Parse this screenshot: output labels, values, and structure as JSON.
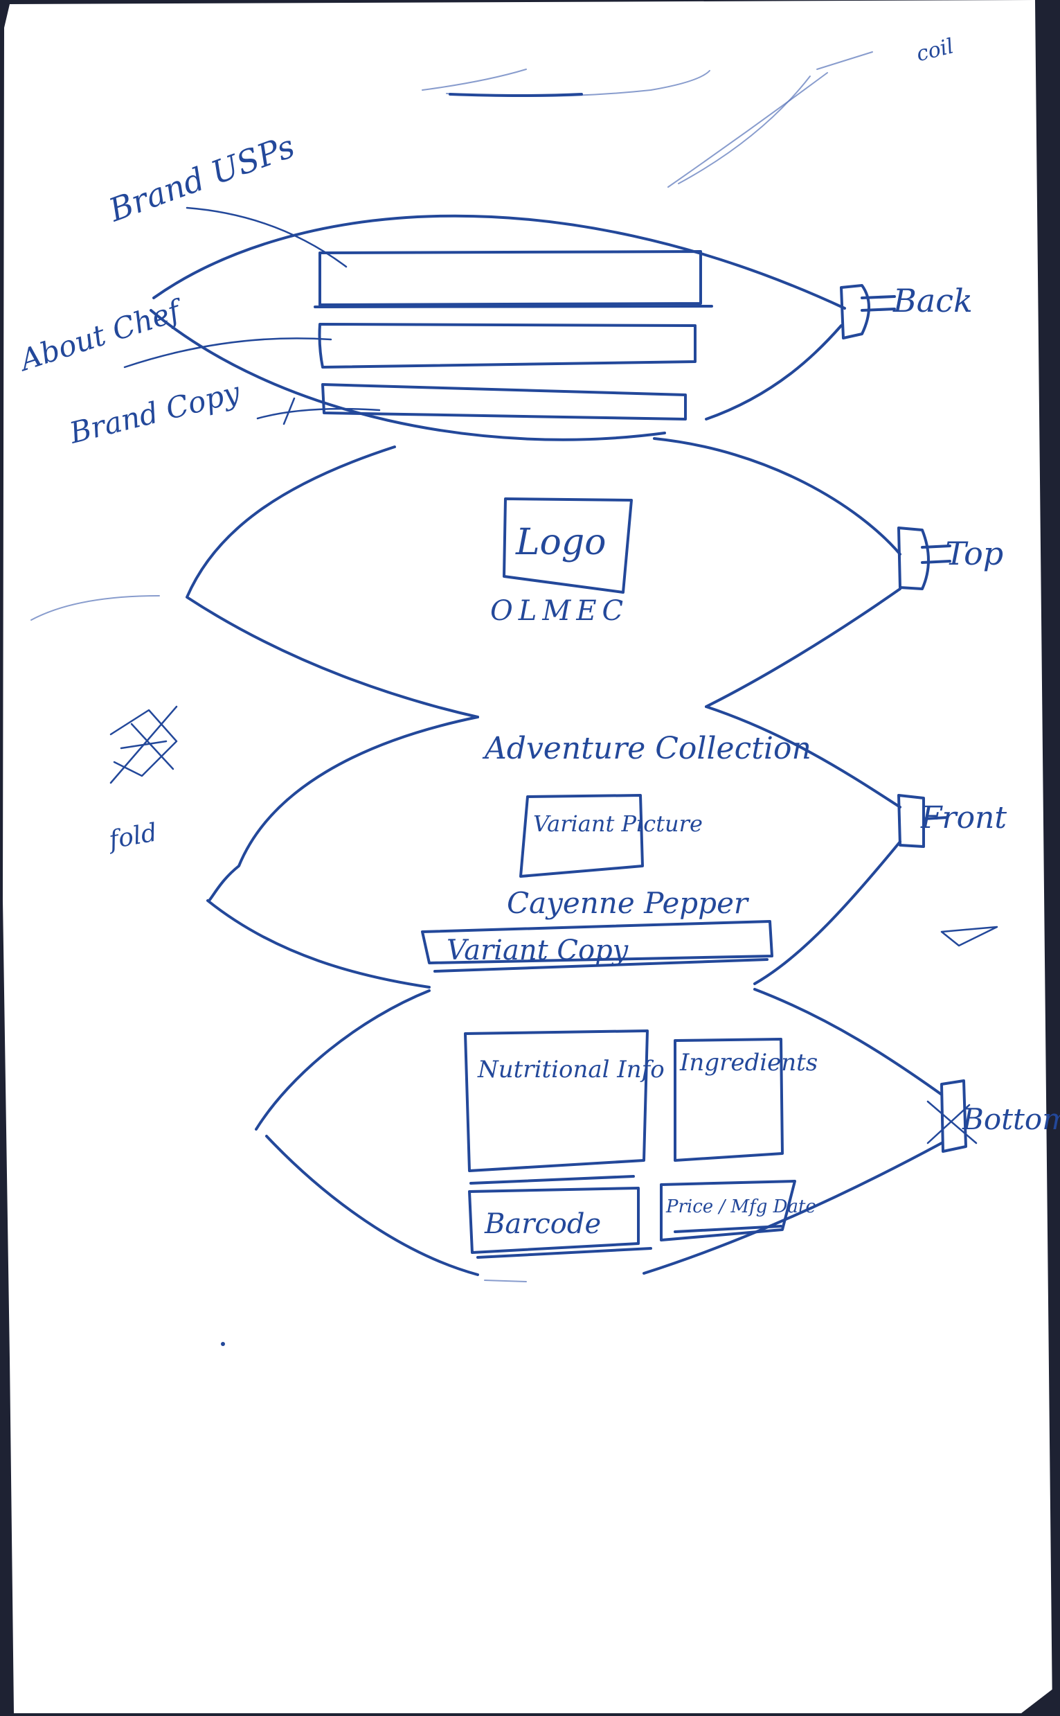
{
  "ink_color": "#23489a",
  "paper_color": "#ffffff",
  "background_color": "#1e2233",
  "corner_note": "coil",
  "panels": {
    "back": {
      "side_label": "Back",
      "callouts": {
        "brand_usps": "Brand USPs",
        "about_chef": "About Chef",
        "brand_copy": "Brand Copy"
      }
    },
    "top": {
      "side_label": "Top",
      "logo_box": "Logo",
      "brand_name": "OLMEC"
    },
    "front": {
      "side_label": "Front",
      "collection_title": "Adventure Collection",
      "variant_picture": "Variant Picture",
      "variant_name": "Cayenne Pepper",
      "variant_copy": "Variant Copy"
    },
    "bottom": {
      "side_label": "Bottom",
      "nutrition_box": "Nutritional Info",
      "ingredients_box": "Ingredients",
      "barcode_box": "Barcode",
      "price_box": "Price / Mfg Date"
    }
  },
  "margin_doodle_label": "fold"
}
